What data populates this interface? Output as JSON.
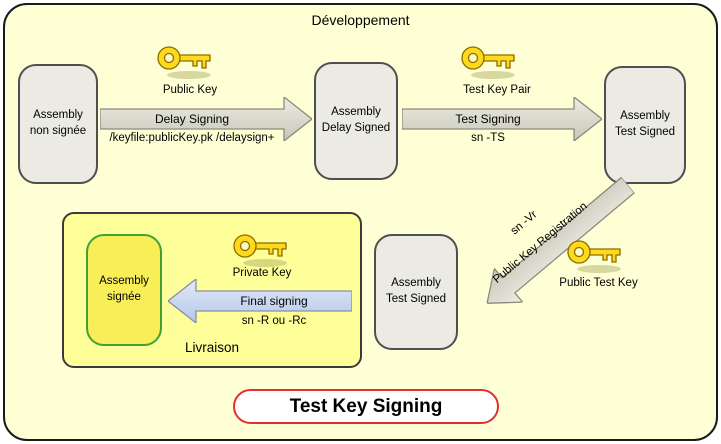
{
  "diagram": {
    "title": "Développement",
    "livraison_label": "Livraison",
    "badge": "Test Key Signing"
  },
  "boxes": {
    "non_signee": "Assembly\nnon signée",
    "delay_signed": "Assembly\nDelay Signed",
    "test_signed_top": "Assembly\nTest Signed",
    "test_signed_mid": "Assembly\nTest Signed",
    "signee": "Assembly\nsignée"
  },
  "arrows": {
    "delay": {
      "label": "Delay Signing",
      "command": "/keyfile:publicKey.pk /delaysign+"
    },
    "test": {
      "label": "Test Signing",
      "command": "sn -TS"
    },
    "registration": {
      "label": "Public Key Registration",
      "command": "sn -Vr"
    },
    "final": {
      "label": "Final signing",
      "command": "sn -R ou -Rc"
    }
  },
  "keys": {
    "public": "Public Key",
    "test_pair": "Test Key Pair",
    "public_test": "Public Test Key",
    "private": "Private Key"
  },
  "colors": {
    "background": "#FFFFD6",
    "box_fill": "#EBEBE3",
    "arrow_fill": "#D5D5C8",
    "livraison_fill": "#FFFF99",
    "signee_fill": "#F8EE58",
    "signee_border": "#3FA03A",
    "final_arrow_fill": "#C9D7F0",
    "badge_border": "#E03030",
    "key_gold": "#FFD91C"
  }
}
